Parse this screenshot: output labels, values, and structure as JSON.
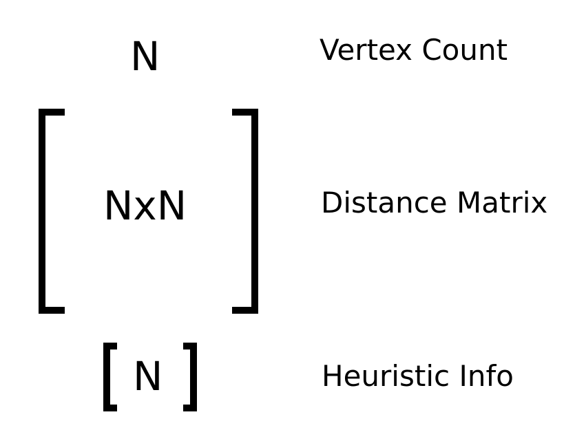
{
  "rows": [
    {
      "symbol": "N",
      "label": "Vertex Count"
    },
    {
      "symbol": "NxN",
      "label": "Distance Matrix"
    },
    {
      "symbol": "N",
      "label": "Heuristic Info"
    }
  ],
  "colors": {
    "ink": "#000000",
    "background": "#ffffff"
  }
}
